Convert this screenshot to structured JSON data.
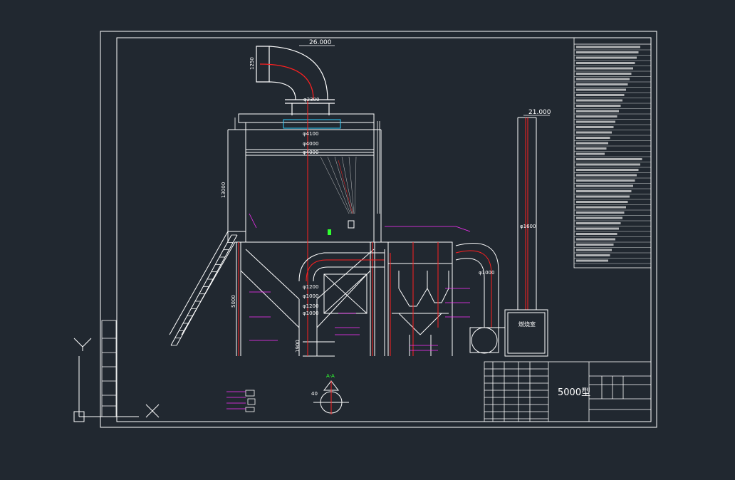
{
  "drawing": {
    "elevation_top": "26.000",
    "elevation_stack": "21.000",
    "title_block_model": "5000型",
    "dims": {
      "duct_h": "1250",
      "d1": "φ2300",
      "d2": "φ4100",
      "d3": "φ4000",
      "d4": "φ4000",
      "tower_h": "13000",
      "leg_h": "5000",
      "leg_base": "1900",
      "cy1": "φ1200",
      "cy2": "φ1000",
      "cy3": "φ1200",
      "cy4": "φ1000",
      "stack_d": "φ1600",
      "fan_duct": "φ1000"
    },
    "labels": {
      "burner_room": "燃烧室",
      "legend_title": "A-A",
      "scale_hint": "40"
    }
  },
  "colors": {
    "background": "#212830",
    "line": "#ffffff",
    "accent_red": "#ff2020",
    "accent_magenta": "#ff30ff",
    "accent_cyan": "#30d0ff",
    "accent_green": "#30ff30",
    "accent_orange": "#ff8000"
  }
}
